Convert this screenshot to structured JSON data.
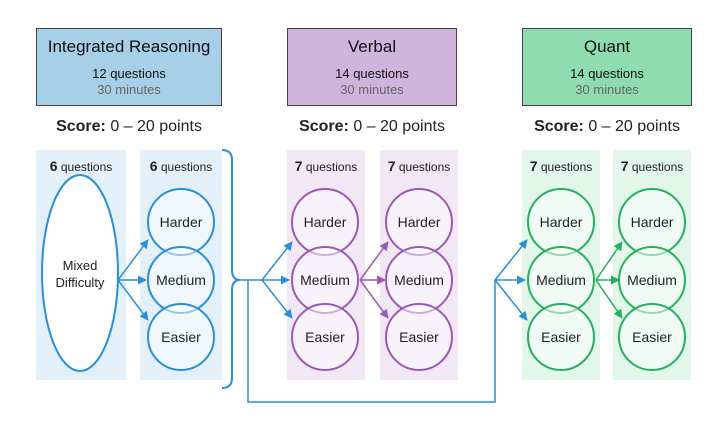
{
  "sections": [
    {
      "title": "Integrated Reasoning",
      "questions": "12 questions",
      "minutes": "30 minutes",
      "color": "#a8cfe8"
    },
    {
      "title": "Verbal",
      "questions": "14 questions",
      "minutes": "30 minutes",
      "color": "#cfb4dc"
    },
    {
      "title": "Quant",
      "questions": "14 questions",
      "minutes": "30 minutes",
      "color": "#8fdcb0"
    }
  ],
  "score": {
    "label": "Score:",
    "value": "0 – 20 points"
  },
  "columns": [
    {
      "count": "6",
      "unit": "questions"
    },
    {
      "count": "6",
      "unit": "questions"
    },
    {
      "count": "7",
      "unit": "questions"
    },
    {
      "count": "7",
      "unit": "questions"
    },
    {
      "count": "7",
      "unit": "questions"
    },
    {
      "count": "7",
      "unit": "questions"
    }
  ],
  "mixed": {
    "line1": "Mixed",
    "line2": "Difficulty"
  },
  "levels": {
    "harder": "Harder",
    "medium": "Medium",
    "easier": "Easier"
  },
  "colors": {
    "ir": "#2a8fd6",
    "verbal": "#9b59b6",
    "quant": "#27ae60",
    "ir_bg": "#e3f0fa",
    "verbal_bg": "#f1e7f5",
    "quant_bg": "#e2f6ea"
  }
}
